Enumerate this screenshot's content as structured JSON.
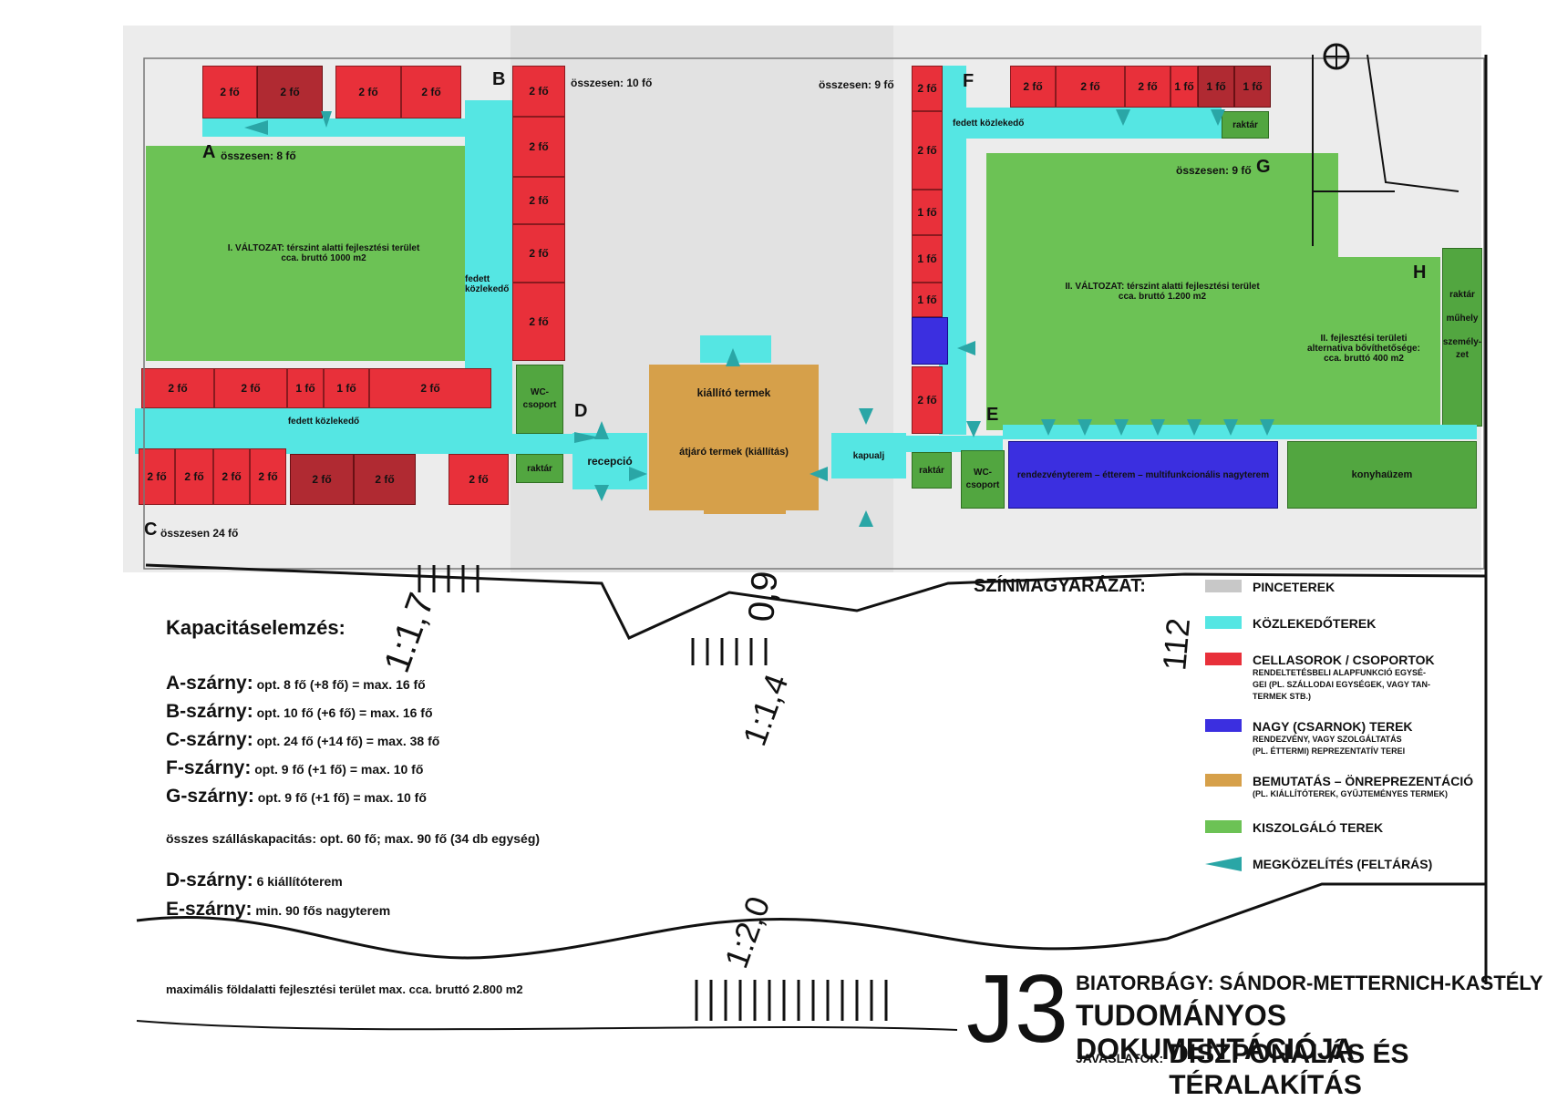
{
  "rooms": {
    "a_rooms": [
      "2 fő",
      "2 fő",
      "2 fő",
      "2 fő"
    ],
    "b_rooms": [
      "2 fő",
      "2 fő",
      "2 fő",
      "2 fő",
      "2 fő"
    ],
    "c_upper": [
      "2 fő",
      "2 fő",
      "1 fő",
      "1 fő",
      "2 fő"
    ],
    "c_lower": [
      "2 fő",
      "2 fő",
      "2 fő",
      "2 fő",
      "2 fő",
      "2 fő",
      "2 fő"
    ],
    "f_rooms": [
      "2 fő",
      "2 fő",
      "1 fő",
      "1 fő",
      "1 fő",
      "2 fő"
    ],
    "top_right": [
      "2 fő",
      "2 fő",
      "2 fő",
      "1 fő",
      "1 fő",
      "1 fő"
    ]
  },
  "wings": {
    "a_letter": "A",
    "a_total": "összesen: 8 fő",
    "b_letter": "B",
    "b_total": "összesen: 10 fő",
    "c_letter": "C",
    "c_total": "összesen 24 fő",
    "d_letter": "D",
    "e_letter": "E",
    "f_letter": "F",
    "f_total": "összesen: 9 fő",
    "g_letter": "G",
    "g_total": "összesen: 9 fő",
    "h_letter": "H"
  },
  "areas": {
    "v1_title": "I. VÁLTOZAT: térszint alatti fejlesztési terület",
    "v1_area": "cca. bruttó 1000 m2",
    "v2_title": "II. VÁLTOZAT: térszint alatti fejlesztési terület",
    "v2_area": "cca. bruttó 1.200 m2",
    "h_line1": "II. fejlesztési területi",
    "h_line2": "alternativa bővíthetősége:",
    "h_line3": "cca. bruttó 400 m2",
    "h_side1": "raktár",
    "h_side2": "műhely",
    "h_side3": "személy-",
    "h_side4": "zet"
  },
  "spaces": {
    "corridor_b": "fedett",
    "corridor_b2": "közlekedő",
    "corridor_c": "fedett közlekedő",
    "corridor_f": "fedett közlekedő",
    "wc_left1": "WC-",
    "wc_left2": "csoport",
    "storage_left": "raktár",
    "storage_top_right": "raktár",
    "storage_mid": "raktár",
    "wc_right1": "WC-",
    "wc_right2": "csoport",
    "reception": "recepció",
    "gate": "kapualj",
    "exhibit": "kiállító termek",
    "passage": "átjáró termek (kiállítás)",
    "hall": "rendezvényterem – étterem – multifunkcionális nagyterem",
    "kitchen": "konyhaüzem"
  },
  "legend": {
    "title": "SZÍNMAGYARÁZAT:",
    "items": [
      {
        "label": "PINCETEREK",
        "sub": "",
        "color": "#c8c8c8"
      },
      {
        "label": "KÖZLEKEDŐTEREK",
        "sub": "",
        "color": "#55e6e3"
      },
      {
        "label": "CELLASOROK / CSOPORTOK",
        "sub": "RENDELTETÉSBELI ALAPFUNKCIÓ EGYSÉ-\nGEI (PL. SZÁLLODAI EGYSÉGEK, VAGY TAN-\nTERMEK STB.)",
        "color": "#e8303a"
      },
      {
        "label": "NAGY (CSARNOK) TEREK",
        "sub": "RENDEZVÉNY, VAGY SZOLGÁLTATÁS\n(PL. ÉTTERMI) REPREZENTATÍV TEREI",
        "color": "#3b2fe0"
      },
      {
        "label": "BEMUTATÁS – ÖNREPREZENTÁCIÓ",
        "sub": "(PL. KIÁLLÍTÓTEREK, GYŰJTEMÉNYES TERMEK)",
        "color": "#d6a04a"
      },
      {
        "label": "KISZOLGÁLÓ TEREK",
        "sub": "",
        "color": "#6cc255"
      },
      {
        "label": "MEGKÖZELÍTÉS (FELTÁRÁS)",
        "sub": "",
        "color": "#2aa6a6"
      }
    ]
  },
  "capacity": {
    "title": "Kapacitáselemzés:",
    "rows": [
      {
        "wing": "A-szárny:",
        "text": "opt. 8 fő (+8 fő) = max. 16 fő"
      },
      {
        "wing": "B-szárny:",
        "text": "opt. 10 fő (+6 fő) = max. 16 fő"
      },
      {
        "wing": "C-szárny:",
        "text": "opt. 24 fő (+14 fő) = max. 38 fő"
      },
      {
        "wing": "F-szárny:",
        "text": "opt. 9 fő (+1 fő) = max. 10 fő"
      },
      {
        "wing": "G-szárny:",
        "text": "opt. 9 fő (+1 fő) = max. 10 fő"
      }
    ],
    "total": "összes szálláskapacitás: opt. 60 fő; max. 90 fő (34 db egység)",
    "rows2": [
      {
        "wing": "D-szárny:",
        "text": "6 kiállítóterem"
      },
      {
        "wing": "E-szárny:",
        "text": "min. 90 fős nagyterem"
      }
    ],
    "underground": "maximális földalatti fejlesztési terület max. cca. bruttó 2.800 m2"
  },
  "titleblock": {
    "code": "J3",
    "line1": "BIATORBÁGY: SÁNDOR-METTERNICH-KASTÉLY",
    "line2": "TUDOMÁNYOS DOKUMENTÁCIÓJA",
    "line3_small": "JAVASLATOK:",
    "line3": "DISZPONÁLÁS ÉS TÉRALAKÍTÁS"
  },
  "sketch": {
    "n1": "1:1,7",
    "n2": "0,9",
    "n3": "1:1,4",
    "n4": "112",
    "n5": "1:2,0"
  }
}
